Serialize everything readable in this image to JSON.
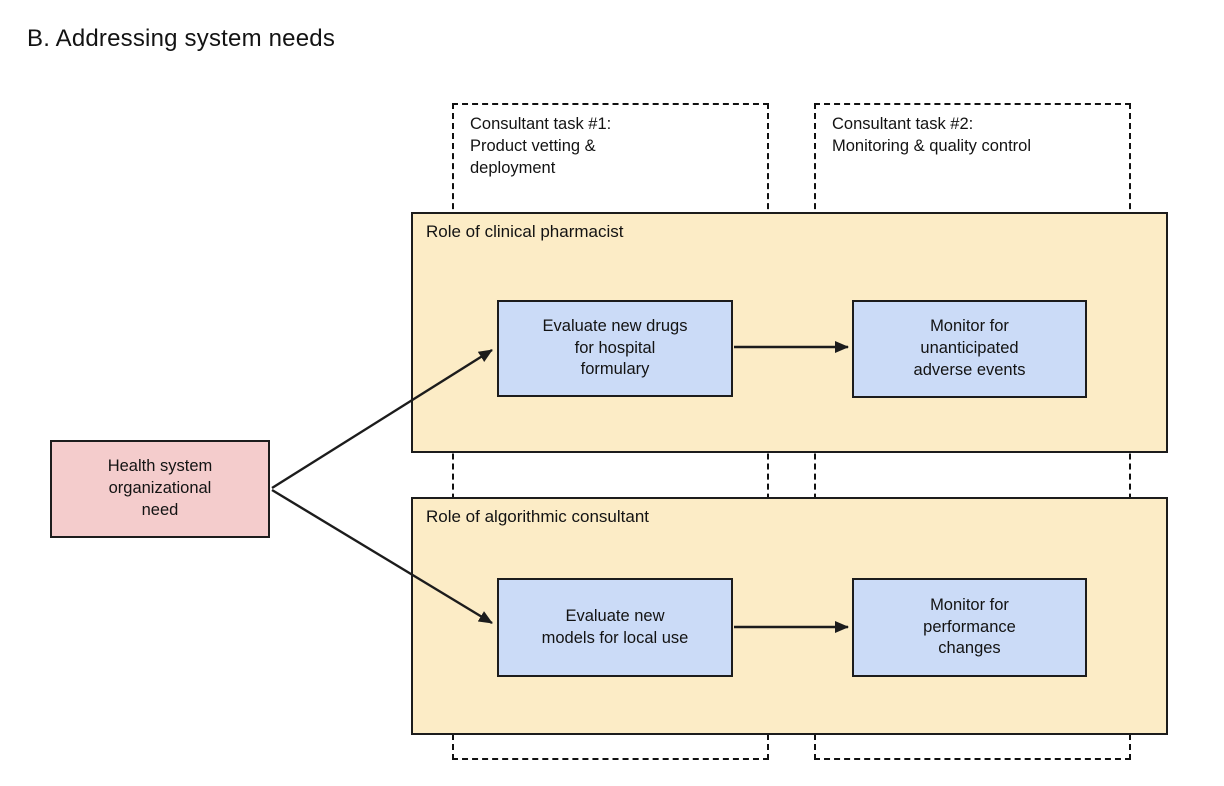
{
  "title": "B. Addressing system needs",
  "colors": {
    "lane-bg": "#fcecc6",
    "step-bg": "#cbdbf7",
    "need-bg": "#f4cccc",
    "line": "#1c1c1c"
  },
  "need_node": {
    "label": "Health system\norganizational\nneed"
  },
  "task_columns": [
    {
      "label": "Consultant task #1:\nProduct vetting &\ndeployment"
    },
    {
      "label": "Consultant task #2:\nMonitoring & quality control"
    }
  ],
  "lanes": [
    {
      "label": "Role of clinical pharmacist",
      "steps": [
        {
          "label": "Evaluate new drugs\nfor hospital\nformulary"
        },
        {
          "label": "Monitor for\nunanticipated\nadverse events"
        }
      ]
    },
    {
      "label": "Role of algorithmic consultant",
      "steps": [
        {
          "label": "Evaluate new\nmodels for local use"
        },
        {
          "label": "Monitor for\nperformance\nchanges"
        }
      ]
    }
  ]
}
